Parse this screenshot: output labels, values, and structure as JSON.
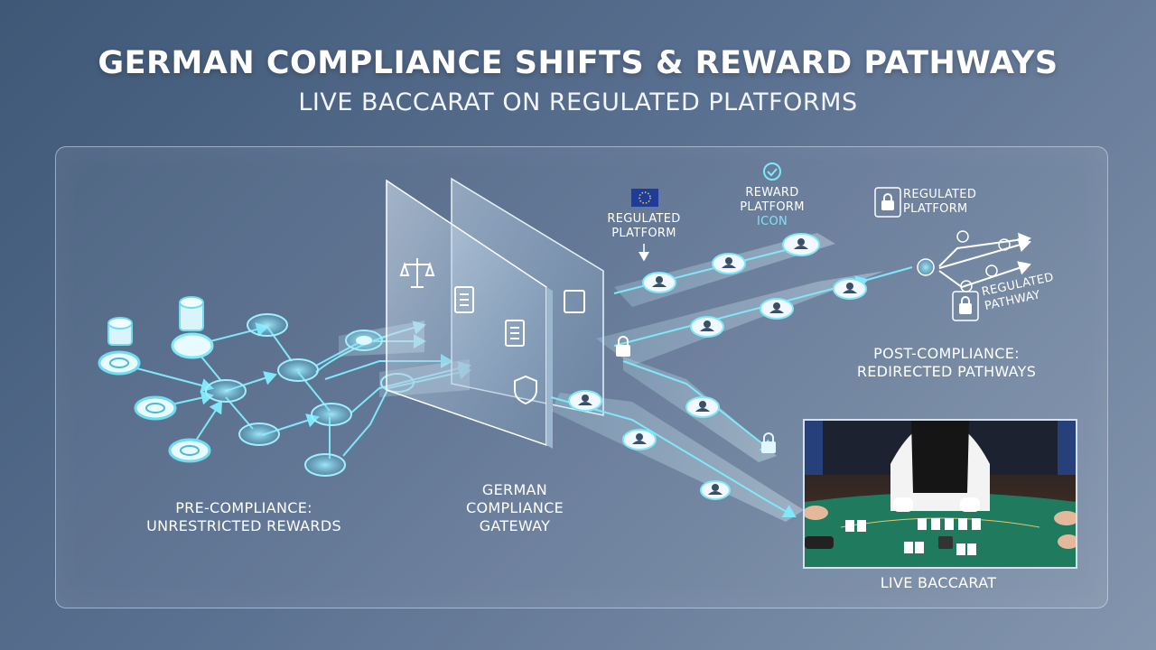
{
  "header": {
    "title": "GERMAN COMPLIANCE SHIFTS & REWARD PATHWAYS",
    "subtitle": "LIVE BACCARAT ON REGULATED PLATFORMS"
  },
  "diagram": {
    "pre_compliance": {
      "line1": "PRE-COMPLIANCE:",
      "line2": "UNRESTRICTED REWARDS"
    },
    "gateway": {
      "line1": "GERMAN",
      "line2": "COMPLIANCE",
      "line3": "GATEWAY"
    },
    "regulated_platform_eu": {
      "line1": "REGULATED",
      "line2": "PLATFORM"
    },
    "reward_platform": {
      "line1": "REWARD",
      "line2": "PLATFORM",
      "line3": "ICON"
    },
    "regulated_platform_lock": {
      "line1": "REGULATED",
      "line2": "PLATFORM"
    },
    "regulated_pathway": {
      "line1": "REGULATED",
      "line2": "PATHWAY"
    },
    "post_compliance": {
      "line1": "POST-COMPLIANCE:",
      "line2": "REDIRECTED PATHWAYS"
    },
    "live_baccarat": "LIVE BACCARAT"
  },
  "colors": {
    "accent": "#5fdcf5",
    "glass": "#b9d4ea",
    "background": "#4f6785"
  },
  "icons": [
    "scales-icon",
    "document-icon",
    "shield-icon",
    "lock-icon",
    "user-icon",
    "check-icon",
    "eu-flag-icon",
    "casino-chip-icon"
  ]
}
